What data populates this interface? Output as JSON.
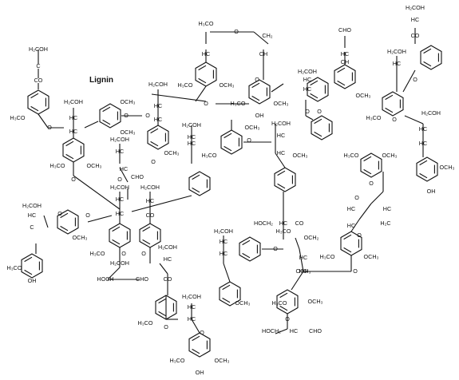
{
  "title": "Lignin",
  "groups": {
    "ch2oh": "H₂COH",
    "ch": "HC",
    "ch_r": "CH",
    "co": "CO",
    "c_dash": "C",
    "ch2": "CH₂",
    "ch2o": "H₂C",
    "oh": "OH",
    "o": "O",
    "och3": "OCH₃",
    "h3co": "H₃CO",
    "cho": "CHO",
    "hc_eq": "HC",
    "ch_eq": "CH",
    "ch2oh_r": "CH₂OH",
    "hoch2": "HOCH₂",
    "hoch": "HOCH",
    "hc": "HC",
    "och2": "OCH₂",
    "co_r": "CO"
  },
  "colors": {
    "ink": "#111111",
    "background": "#ffffff"
  }
}
